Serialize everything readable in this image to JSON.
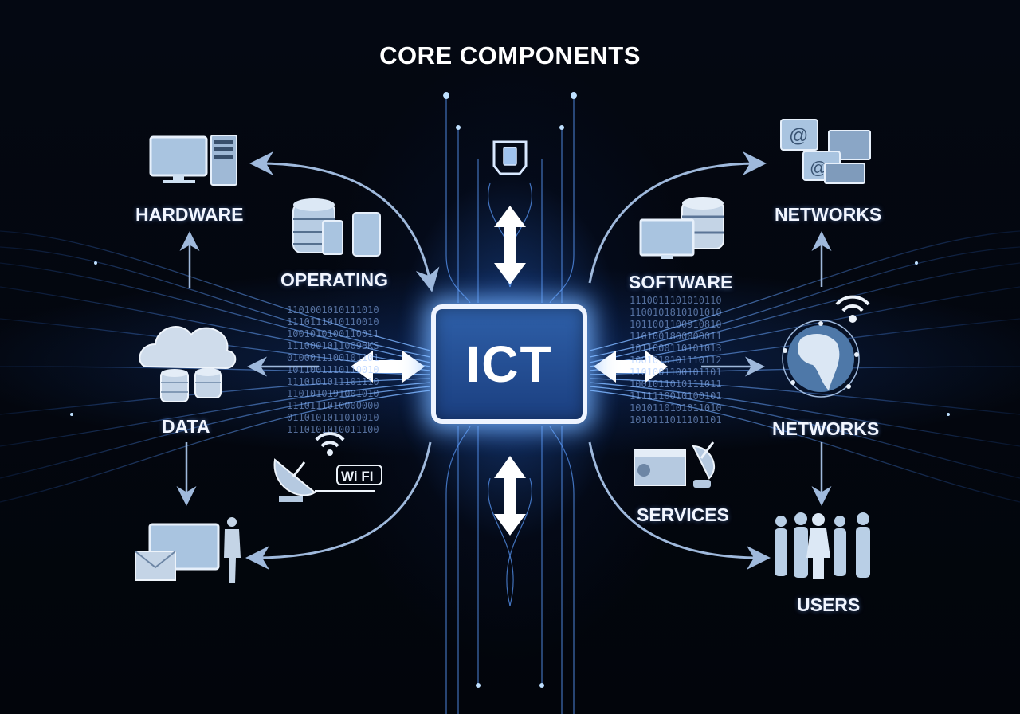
{
  "title": "CORE COMPONENTS",
  "center": {
    "label": "ICT"
  },
  "components": [
    {
      "id": "hardware",
      "label": "HARDWARE",
      "icon": "computer-tower-icon"
    },
    {
      "id": "operating",
      "label": "OPERATING",
      "icon": "database-devices-icon"
    },
    {
      "id": "data",
      "label": "DATA",
      "icon": "cloud-database-icon"
    },
    {
      "id": "wifi",
      "label": "WI FI",
      "icon": "satellite-wifi-icon"
    },
    {
      "id": "presentation",
      "label": "",
      "icon": "presenter-monitor-icon"
    },
    {
      "id": "networks_top",
      "label": "NETWORKS",
      "icon": "email-windows-icon"
    },
    {
      "id": "software",
      "label": "SOFTWARE",
      "icon": "monitor-database-icon"
    },
    {
      "id": "networks_mid",
      "label": "NETWORKS",
      "icon": "globe-network-icon"
    },
    {
      "id": "services",
      "label": "SERVICES",
      "icon": "calendar-satellite-icon"
    },
    {
      "id": "users",
      "label": "USERS",
      "icon": "people-group-icon"
    }
  ],
  "binary_left": "1101001010111010\n1110111010110010\n1001010100110011\n1110001011009BKS\n0100011100101101\n1011001110110010\n1110101011101110\n1101010191001010\n1110111010000000\n0110101011010010\n1110101010011100",
  "binary_right": "1110011101010110\n1100101810101010\n1011001100910810\n1101001800000011\n1011000110101013\n1001010101110112\n1101001100101101\n1001011010111011\n1111110010100101\n1010110101011010\n1010111011101101",
  "colors": {
    "accent": "#4a8cff",
    "glow": "#9cc6ff",
    "background": "#03060d",
    "icon": "#b9cfe6"
  }
}
